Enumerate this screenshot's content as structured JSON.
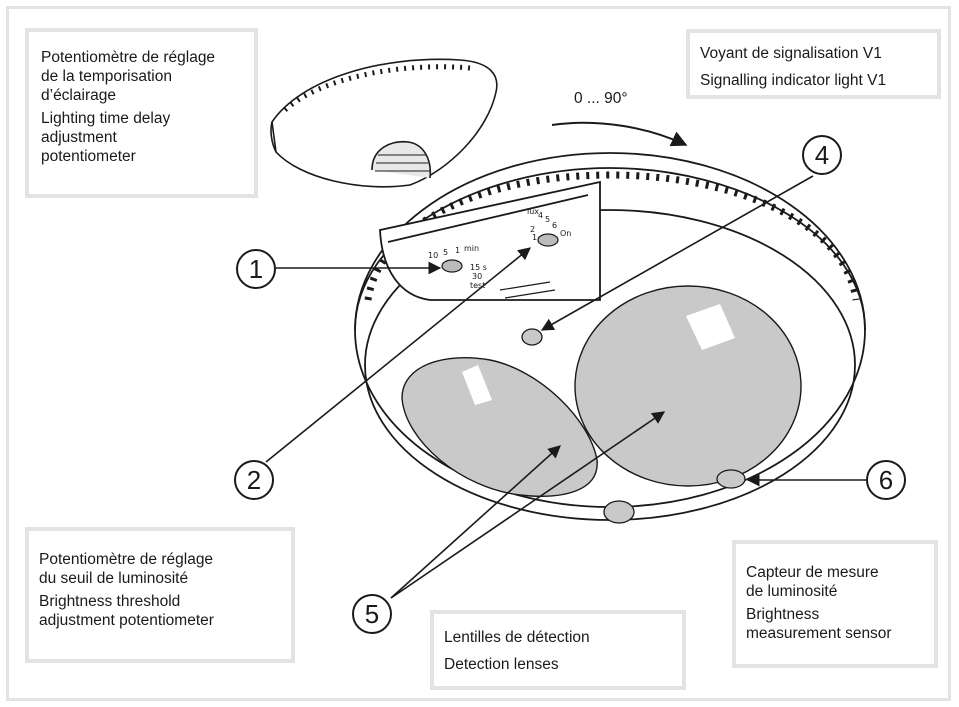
{
  "labels": {
    "time_delay": {
      "fr": [
        "Potentiomètre de réglage",
        "de la temporisation",
        "d’éclairage"
      ],
      "en": [
        "Lighting time delay",
        "adjustment",
        "potentiometer"
      ]
    },
    "indicator": {
      "fr": [
        "Voyant de signalisation V1"
      ],
      "en": [
        "Signalling indicator light V1"
      ]
    },
    "brightness_threshold": {
      "fr": [
        "Potentiomètre de réglage",
        "du seuil de luminosité"
      ],
      "en": [
        "Brightness threshold",
        "adjustment potentiometer"
      ]
    },
    "lenses": {
      "fr": [
        "Lentilles de détection"
      ],
      "en": [
        "Detection lenses"
      ]
    },
    "sensor": {
      "fr": [
        "Capteur de mesure",
        "de luminosité"
      ],
      "en": [
        "Brightness",
        "measurement sensor"
      ]
    }
  },
  "rotation_label": "0 ... 90°",
  "callouts": [
    "1",
    "2",
    "4",
    "5",
    "6"
  ],
  "dial_time": [
    "10",
    "5",
    "1",
    "min",
    "15 s",
    "30",
    "test"
  ],
  "dial_lux": [
    "On",
    "6",
    "5",
    "4",
    "lux",
    "2",
    "1"
  ],
  "colors": {
    "line": "#1a1a1a",
    "lens": "#c9c9c9",
    "box_border": "#e3e3e3"
  },
  "icons": [
    "rotation-arrow-icon"
  ]
}
